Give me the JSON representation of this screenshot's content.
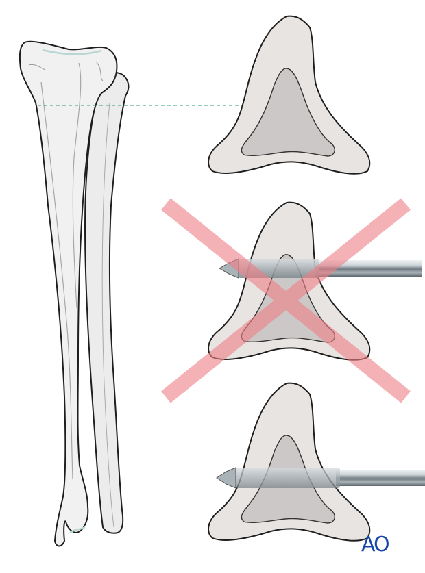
{
  "figure": {
    "description": "Tibia and fibula anterior view with cross-sections of tibial shaft showing screw placement",
    "logo": "AO",
    "colors": {
      "bone_fill": "#f1f1f1",
      "bone_shade": "#e2e2e2",
      "cortex_fill": "#e8e4e2",
      "medulla_fill": "#cbc8c7",
      "outline": "#1e1e1e",
      "level_line": "#2e9a6a",
      "cross_mark": "#f07f86",
      "logo": "#1747a6",
      "screw_metal": "#9aa3a8"
    },
    "panels": [
      {
        "id": "section-1",
        "label": "Cross-section without implant"
      },
      {
        "id": "section-2",
        "label": "Incorrect screw placement (crossed out)"
      },
      {
        "id": "section-3",
        "label": "Correct screw placement"
      }
    ]
  }
}
